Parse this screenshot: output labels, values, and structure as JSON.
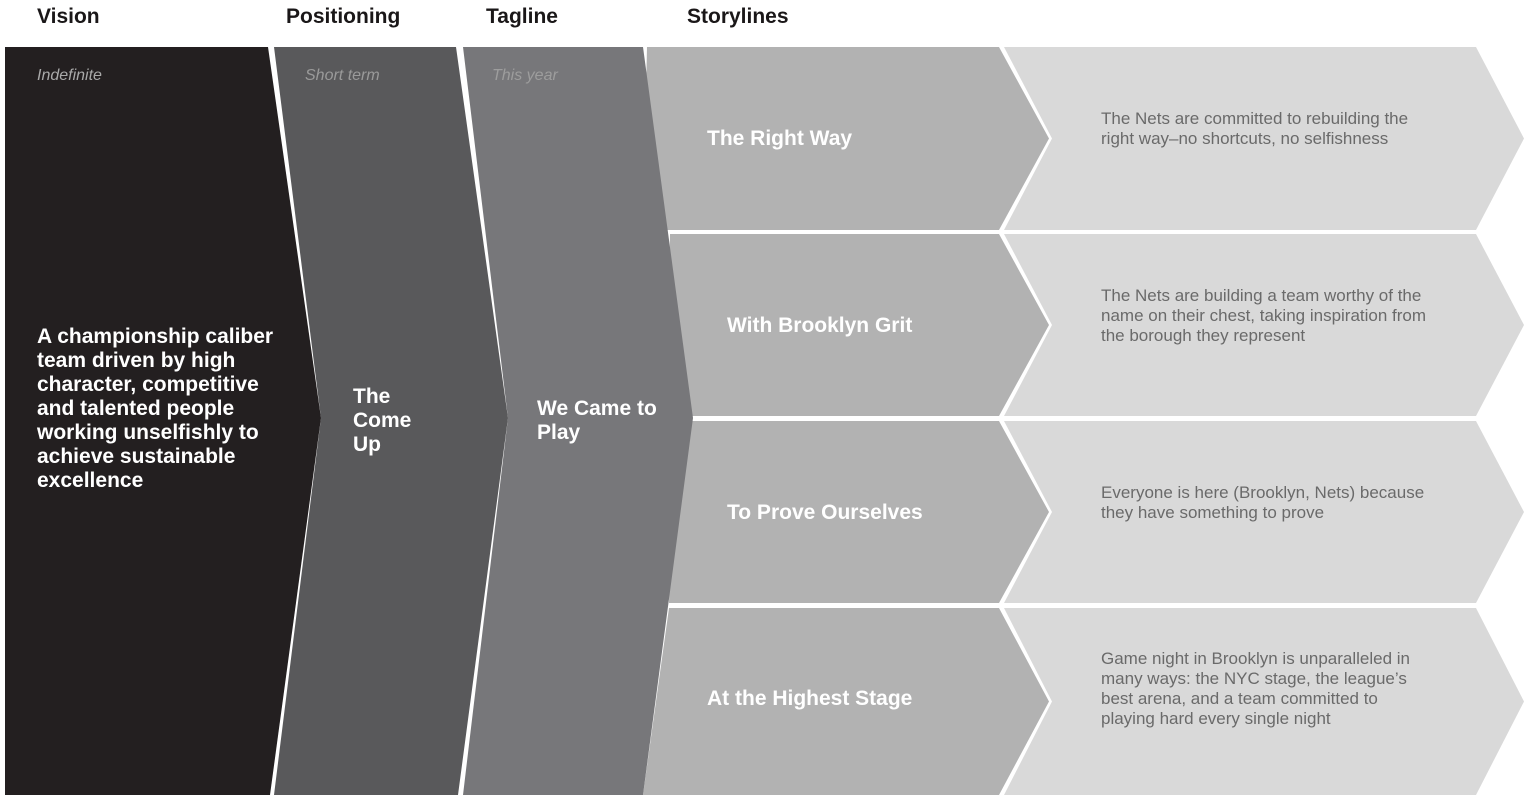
{
  "headers": {
    "vision": "Vision",
    "positioning": "Positioning",
    "tagline": "Tagline",
    "storylines": "Storylines"
  },
  "vision": {
    "timeframe": "Indefinite",
    "text": "A championship caliber team driven by high character, competitive and talented people working unselfishly to achieve sustainable excellence"
  },
  "positioning": {
    "timeframe": "Short term",
    "text": "The Come Up"
  },
  "tagline": {
    "timeframe": "This year",
    "text": "We Came to Play"
  },
  "storylines": [
    {
      "title": "The Right Way",
      "description": "The Nets are committed to rebuilding the right way–no shortcuts, no selfishness"
    },
    {
      "title": "With Brooklyn Grit",
      "description": "The Nets are building a team worthy of the name on their chest, taking inspiration from the borough they represent"
    },
    {
      "title": "To Prove Ourselves",
      "description": "Everyone is here (Brooklyn, Nets) because they have something to prove"
    },
    {
      "title": "At the Highest Stage",
      "description": "Game night in Brooklyn is unparalleled in many ways: the NYC stage, the league’s best arena, and a team committed to playing hard every single night"
    }
  ],
  "colors": {
    "vision": "#231f20",
    "positioning": "#59595b",
    "tagline": "#77777a",
    "storyline": "#b2b2b2",
    "description": "#d9d9d9",
    "timeframe_vision": "#a9a9a9",
    "timeframe_positioning": "#9a9a9a",
    "timeframe_tagline": "#9d9d9d"
  }
}
